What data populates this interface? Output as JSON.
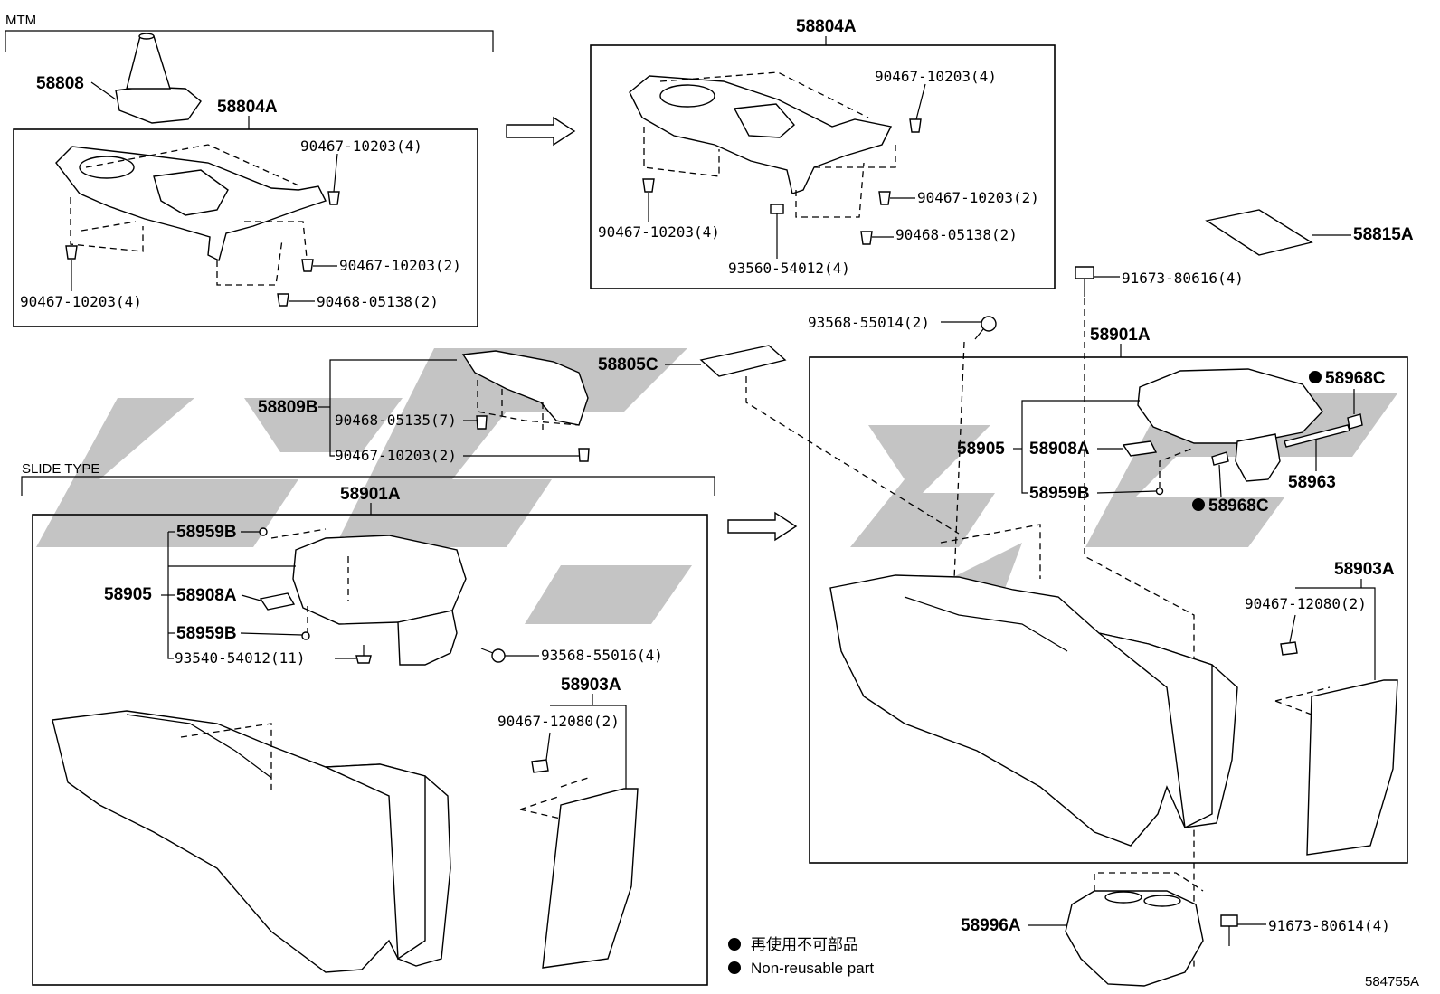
{
  "diagram": {
    "figure_id": "584755A",
    "section_mtm": "MTM",
    "section_slide": "SLIDE TYPE",
    "watermark_color": "#c4c4c4",
    "mtm": {
      "boot": "58808",
      "box_title": "58804A",
      "clip_top": "90467-10203(4)",
      "clip_right": "90467-10203(2)",
      "clip_left": "90467-10203(4)",
      "clip_bottom": "90468-05138(2)"
    },
    "alt_panel": {
      "box_title": "58804A",
      "clip_top": "90467-10203(4)",
      "clip_right": "90467-10203(2)",
      "clip_left": "90467-10203(4)",
      "clip_bottom": "90468-05138(2)",
      "screw": "93560-54012(4)"
    },
    "middle": {
      "panel": "58809B",
      "clip_a": "90468-05135(7)",
      "clip_b": "90467-10203(2)",
      "cover": "58805C"
    },
    "slide": {
      "box_title": "58901A",
      "lid": "58905",
      "hinge_top": "58959B",
      "plate": "58908A",
      "hinge_bottom": "58959B",
      "screw_a": "93540-54012(11)",
      "screw_b": "93568-55016(4)",
      "side_panel": "58903A",
      "side_clip": "90467-12080(2)"
    },
    "right": {
      "mat": "58815A",
      "bolt_top": "91673-80616(4)",
      "screw_top": "93568-55014(2)",
      "box_title": "58901A",
      "clip_c1": "58968C",
      "clip_c2": "58968C",
      "lid": "58905",
      "plate": "58908A",
      "hinge": "58959B",
      "pin": "58963",
      "side_panel": "58903A",
      "side_clip": "90467-12080(2)"
    },
    "bottom": {
      "holder": "58996A",
      "bolt": "91673-80614(4)"
    },
    "legend": {
      "jp": "再使用不可部品",
      "en": "Non-reusable part"
    }
  }
}
